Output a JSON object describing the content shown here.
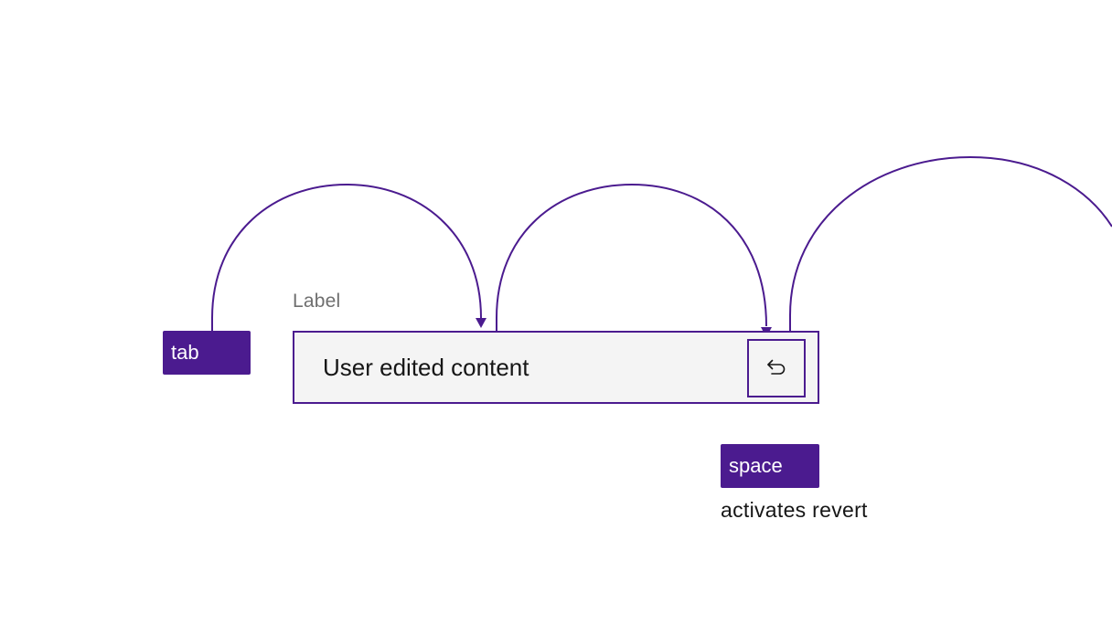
{
  "colors": {
    "accent": "#4b1b8f",
    "field_background": "#f4f4f4",
    "label_text": "#6f6f6f",
    "body_text": "#161616"
  },
  "keys": {
    "tab": "tab",
    "space": "space"
  },
  "field": {
    "label": "Label",
    "value": "User edited content",
    "revert_icon": "undo-arrow-icon"
  },
  "caption": "activates revert",
  "focus_order": [
    "tab-key",
    "text-input",
    "revert-button",
    "off-canvas-next-element"
  ]
}
